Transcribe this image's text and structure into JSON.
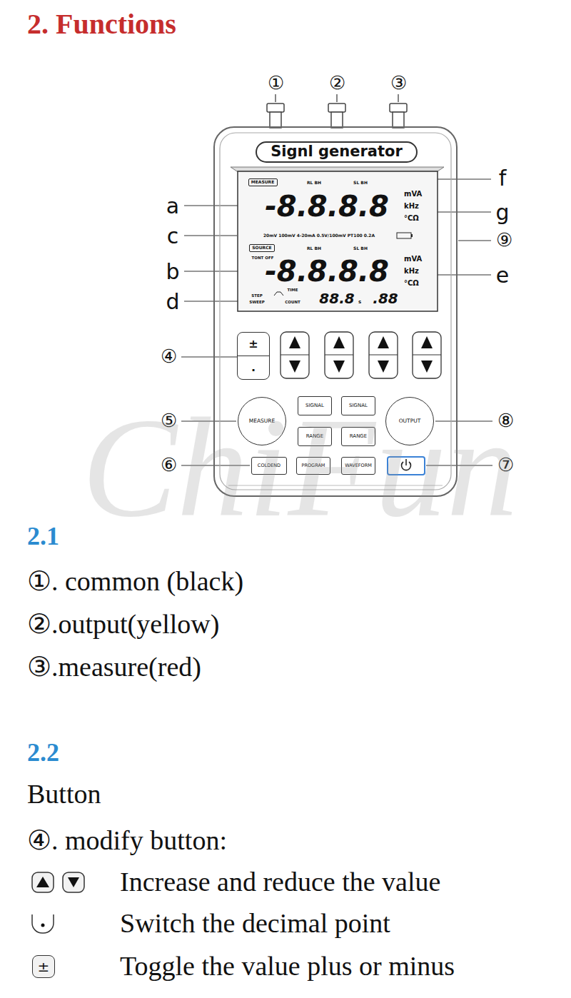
{
  "diagram": {
    "title": "2. Functions",
    "nodes": [
      {
        "text": [
          "Signl generator"
        ]
      },
      {
        "text": [
          "MEASURE"
        ]
      },
      {
        "text": [
          "SOURCE"
        ]
      },
      {
        "text": [
          "±",
          "."
        ]
      },
      {
        "text": [
          "MEASURE"
        ]
      },
      {
        "text": [
          "SIGNAL"
        ]
      },
      {
        "text": [
          "SIGNAL"
        ]
      },
      {
        "text": [
          "OUTPUT"
        ]
      },
      {
        "text": [
          "RANGE"
        ]
      },
      {
        "text": [
          "RANGE"
        ]
      },
      {
        "text": [
          "COLDEND"
        ]
      },
      {
        "text": [
          "PROGRAM"
        ]
      },
      {
        "text": [
          "WAVEFORM"
        ]
      },
      {
        "text": [
          "±"
        ]
      }
    ],
    "labels": [
      "①",
      "②",
      "③",
      "a",
      "c",
      "b",
      "d",
      "f",
      "g",
      "e",
      "⑨",
      "④",
      "⑤",
      "⑥",
      "⑦",
      "⑧",
      "RL BH",
      "SL BH",
      "-8.8.8.8",
      "mVA",
      "kHz",
      "°CΩ",
      "20mV 100mV 4-20mA 0.5V/100mV PT100 0.2A",
      "TONT OFF",
      "RL BH",
      "SL BH",
      "-8.8.8.8",
      "mVA",
      "kHz",
      "°CΩ",
      "STEP",
      "SWEEP",
      "TIME",
      "COUNT",
      "88.8",
      "s",
      ".88",
      "2.1",
      "①. common (black)",
      "②.output(yellow)",
      "③.measure(red)",
      "2.2",
      "Button",
      "④. modify button:",
      "Increase and reduce the value",
      "Switch the decimal point",
      "Toggle the value plus or minus",
      "ChiFun"
    ]
  }
}
